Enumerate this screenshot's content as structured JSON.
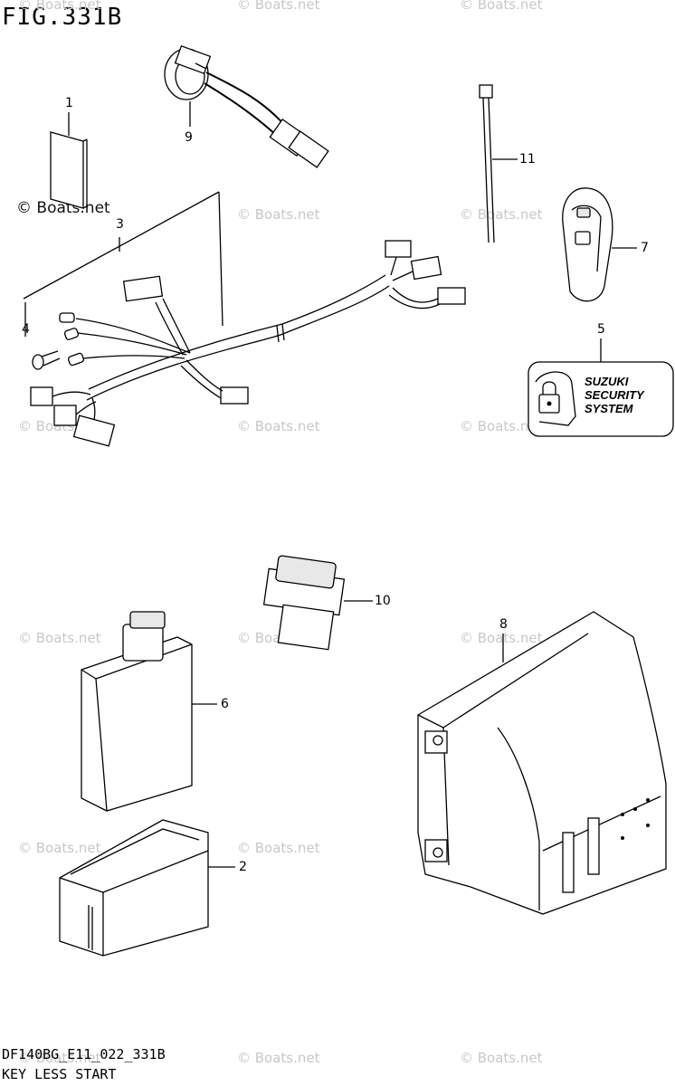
{
  "figure_title": "FIG.331B",
  "footer": {
    "code": "DF140BG_E11_022_331B",
    "caption": "KEY LESS START"
  },
  "watermark": "© Boats.net",
  "watermark_dark": "© Boats.net",
  "part_label_5": {
    "line1": "SUZUKI",
    "line2": "SECURITY",
    "line3": "SYSTEM"
  },
  "callouts": {
    "p1": "1",
    "p2": "2",
    "p3": "3",
    "p4": "4",
    "p5": "5",
    "p6": "6",
    "p7": "7",
    "p8": "8",
    "p9": "9",
    "p10": "10",
    "p11": "11"
  }
}
